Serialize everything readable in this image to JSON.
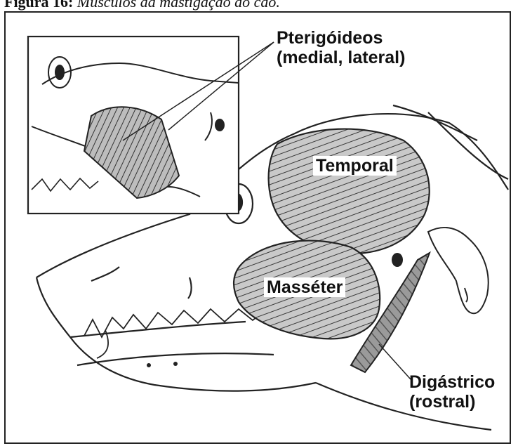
{
  "caption": {
    "prefix": "Figura 16:",
    "text": "Músculos da mastigação do cão."
  },
  "labels": {
    "pterigoideos_line1": "Pterigóideos",
    "pterigoideos_line2": "(medial, lateral)",
    "temporal": "Temporal",
    "masseter": "Masséter",
    "digastrico_line1": "Digástrico",
    "digastrico_line2": "(rostral)"
  }
}
